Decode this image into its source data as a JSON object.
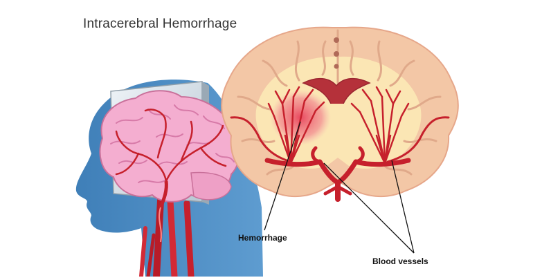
{
  "title": "Intracerebral Hemorrhage",
  "labels": {
    "hemorrhage": "Hemorrhage",
    "blood_vessels": "Blood vessels"
  },
  "colors": {
    "head_silhouette": "#4f8fc4",
    "head_highlight": "#a9cdea",
    "cortex": "#f3c7a6",
    "white_matter": "#fbe6b4",
    "gyri_lines": "#e0a98a",
    "ventricle": "#b5313a",
    "vessel": "#c6202c",
    "hemorrhage": "#e8405a",
    "brain_pink": "#f4aed0",
    "brain_pink_dark": "#d77aa8",
    "glass_panel": "#dfe6ec"
  }
}
